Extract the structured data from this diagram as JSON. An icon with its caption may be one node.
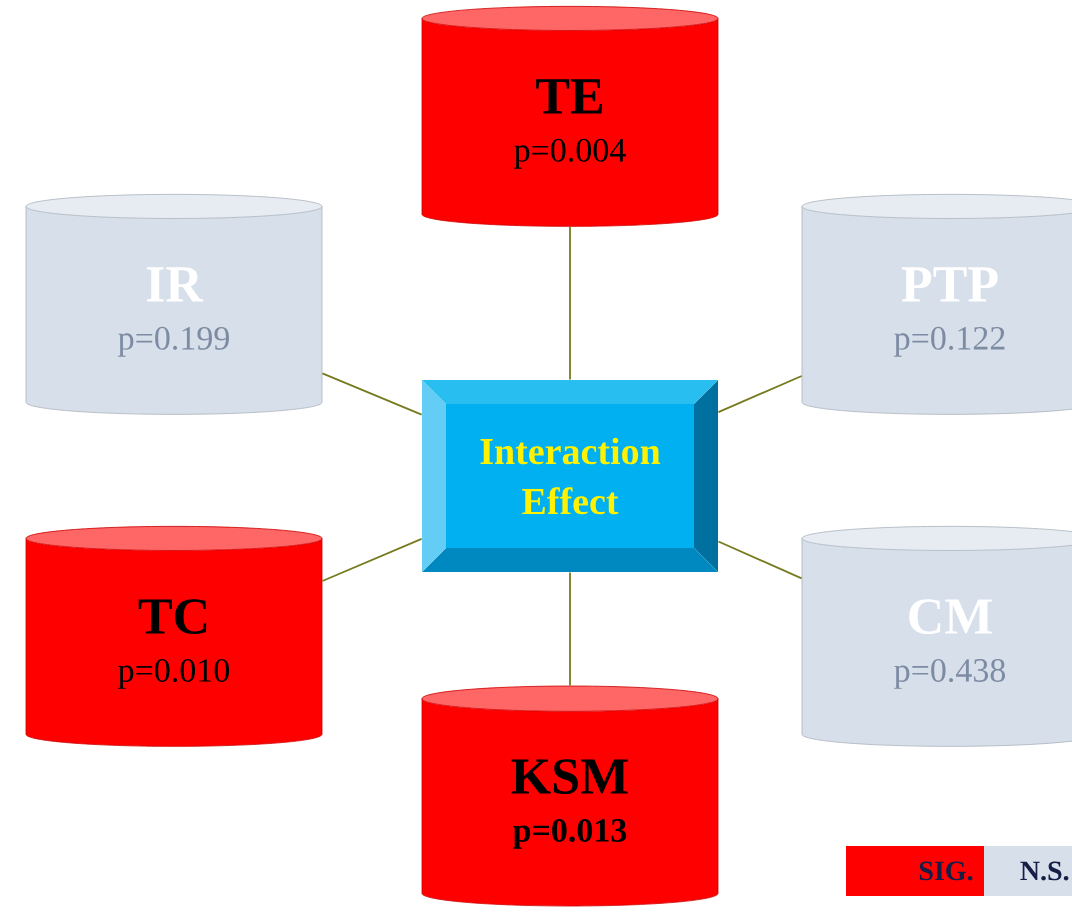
{
  "diagram": {
    "nodes": [
      {
        "text": [
          "TE",
          "p=0.004"
        ]
      },
      {
        "text": [
          "IR",
          "p=0.199"
        ]
      },
      {
        "text": [
          "PTP",
          "p=0.122"
        ]
      },
      {
        "text": [
          "Interaction Effect"
        ]
      },
      {
        "text": [
          "TC",
          "p=0.010"
        ]
      },
      {
        "text": [
          "CM",
          "p=0.438"
        ]
      },
      {
        "text": [
          "KSM",
          "p=0.013"
        ]
      }
    ],
    "edges": [
      {
        "from": 3,
        "to": 0,
        "arrow": "none"
      },
      {
        "from": 3,
        "to": 1,
        "arrow": "none"
      },
      {
        "from": 3,
        "to": 2,
        "arrow": "none"
      },
      {
        "from": 3,
        "to": 4,
        "arrow": "none"
      },
      {
        "from": 3,
        "to": 5,
        "arrow": "none"
      },
      {
        "from": 3,
        "to": 6,
        "arrow": "none"
      }
    ],
    "legend": [
      {
        "text": "SIG.",
        "color": "#ff0000"
      },
      {
        "text": "N.S.",
        "color": "#d6dfea"
      }
    ]
  }
}
